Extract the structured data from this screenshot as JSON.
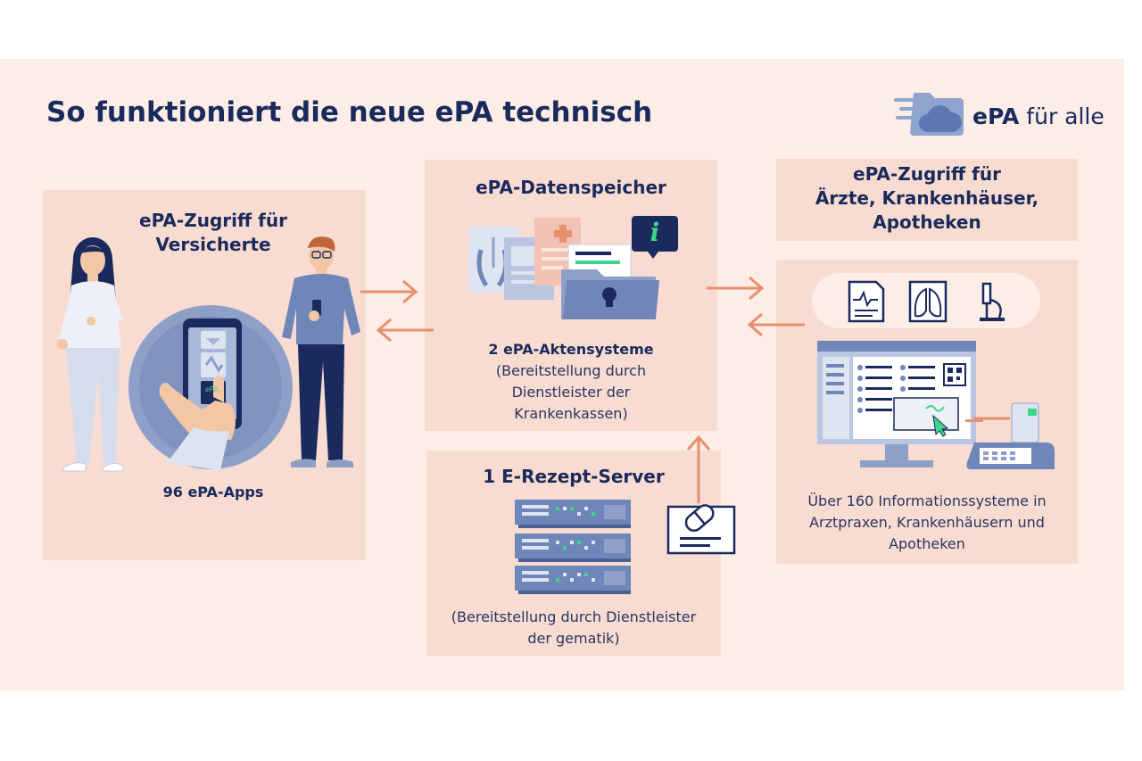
{
  "header": {
    "title": "So funktioniert die neue ePA technisch",
    "logo_brand": "ePA",
    "logo_suffix": "für alle"
  },
  "panels": {
    "insured": {
      "title_line1": "ePA-Zugriff für",
      "title_line2": "Versicherte",
      "phone_label": "ePA",
      "caption": "96 ePA-Apps"
    },
    "storage": {
      "title": "ePA-Datenspeicher",
      "info_glyph": "i",
      "caption_bold": "2 ePA-Aktensysteme",
      "caption_line1": "(Bereitstellung durch",
      "caption_line2": "Dienstleister der",
      "caption_line3": "Krankenkassen)"
    },
    "erezept": {
      "title": "1 E-Rezept-Server",
      "caption_line1": "(Bereitstellung durch Dienstleister",
      "caption_line2": "der gematik)"
    },
    "providers": {
      "title_line1": "ePA-Zugriff für",
      "title_line2": "Ärzte, Krankenhäuser,",
      "title_line3": "Apotheken",
      "caption_line1": "Über 160 Informationssysteme in",
      "caption_line2": "Arztpraxen, Krankenhäusern und",
      "caption_line3": "Apotheken"
    }
  },
  "colors": {
    "navy": "#1a2a5c",
    "arrow": "#e8906e",
    "panel": "#f8dcd2",
    "background": "#fcede6",
    "blue": "#6f86b8",
    "green": "#3dd68c"
  }
}
